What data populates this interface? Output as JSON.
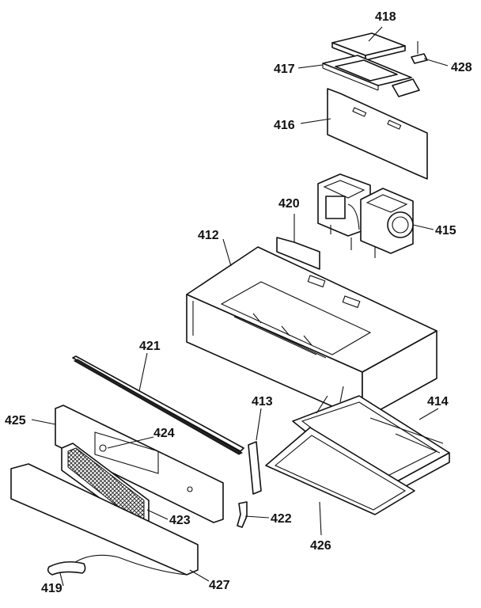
{
  "labels": {
    "p412": "412",
    "p413": "413",
    "p414": "414",
    "p415": "415",
    "p416": "416",
    "p417": "417",
    "p418": "418",
    "p419": "419",
    "p420": "420",
    "p421": "421",
    "p422": "422",
    "p423": "423",
    "p424": "424",
    "p425": "425",
    "p426": "426",
    "p427": "427",
    "p428": "428"
  }
}
